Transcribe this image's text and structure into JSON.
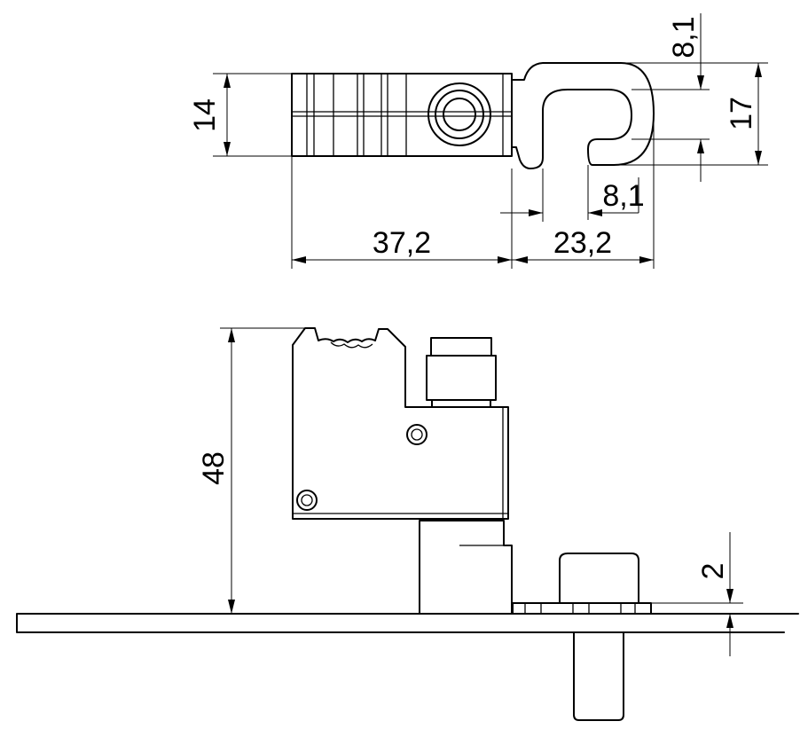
{
  "drawing": {
    "top_view": {
      "height_dim": "14",
      "width_body_dim": "37,2",
      "width_hook_dim": "23,2",
      "hook_upper_dim": "8,1",
      "hook_lower_dim": "8,1",
      "hook_height_dim": "17"
    },
    "side_view": {
      "height_dim": "48",
      "plate_dim": "2"
    }
  }
}
